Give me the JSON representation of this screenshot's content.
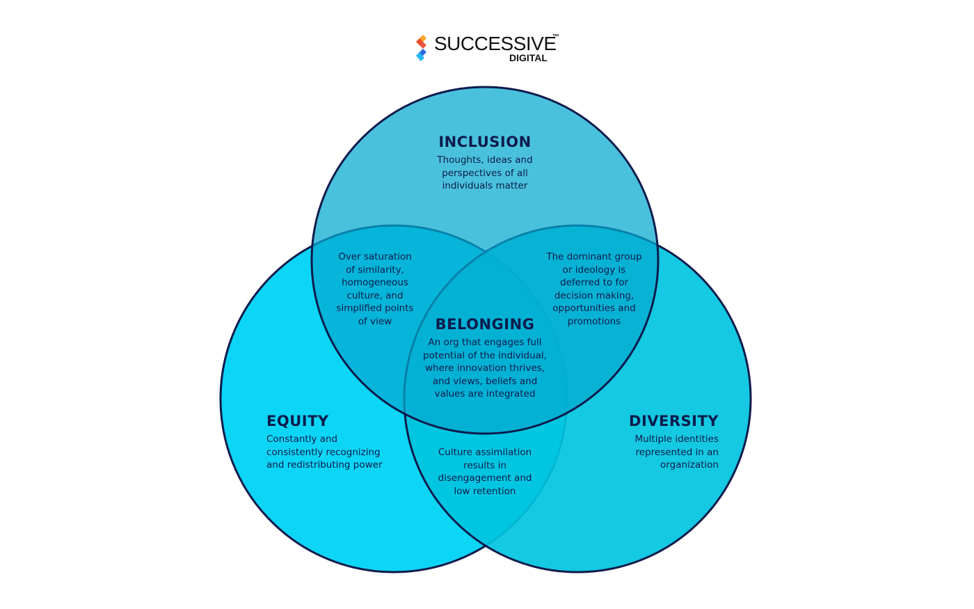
{
  "brand": {
    "name": "SUCCESSIVE",
    "trademark": "™",
    "sub": "DIGITAL",
    "logo_colors": [
      "#f5a623",
      "#e8452c",
      "#2d6cdf",
      "#29b6f6"
    ]
  },
  "colors": {
    "inclusion": "#00b4d8",
    "equity": "#00d1f2",
    "diversity": "#00c2dc",
    "outline": "#0d1b4c",
    "text": "#0d1b4c"
  },
  "diagram": {
    "type": "venn",
    "sets": [
      {
        "id": "inclusion",
        "title": "INCLUSION",
        "lines": [
          "Thoughts, ideas and",
          "perspectives of all",
          "individuals matter"
        ]
      },
      {
        "id": "equity",
        "title": "EQUITY",
        "lines": [
          "Constantly and",
          "consistently recognizing",
          "and redistributing power"
        ]
      },
      {
        "id": "diversity",
        "title": "DIVERSITY",
        "lines": [
          "Multiple identities",
          "represented in an",
          "organization"
        ]
      }
    ],
    "intersections": [
      {
        "id": "inclusion-equity",
        "lines": [
          "Over saturation",
          "of similarity,",
          "homogeneous",
          "culture, and",
          "simplified points",
          "of view"
        ]
      },
      {
        "id": "inclusion-diversity",
        "lines": [
          "The dominant group",
          "or ideology is",
          "deferred to for",
          "decision making,",
          "opportunities and",
          "promotions"
        ]
      },
      {
        "id": "equity-diversity",
        "lines": [
          "Culture assimilation",
          "results in",
          "disengagement and",
          "low retention"
        ]
      },
      {
        "id": "all",
        "title": "BELONGING",
        "lines": [
          "An org that engages full",
          "potential of the individual,",
          "where innovation thrives,",
          "and views, beliefs and",
          "values are integrated"
        ]
      }
    ]
  }
}
